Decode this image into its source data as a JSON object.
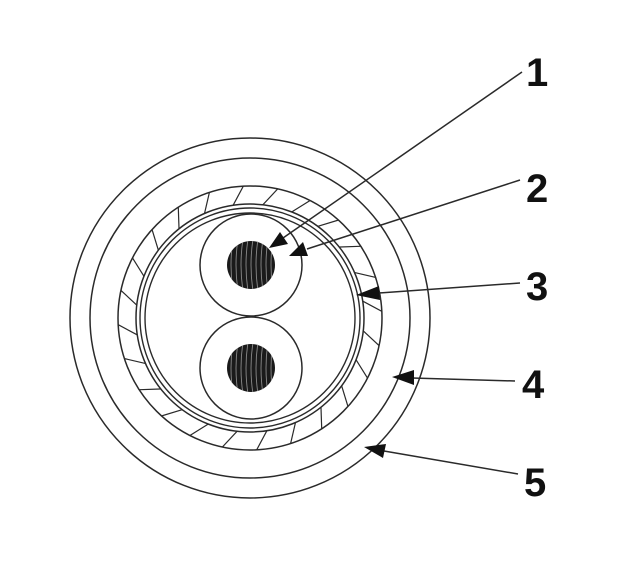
{
  "diagram": {
    "callouts": [
      {
        "label": "1"
      },
      {
        "label": "2"
      },
      {
        "label": "3"
      },
      {
        "label": "4"
      },
      {
        "label": "5"
      }
    ]
  },
  "colors": {
    "line": "#2a2a2a",
    "conductor_fill": "#1a1a1a",
    "conductor_strands": "#8a8a8a",
    "background": "#ffffff"
  }
}
